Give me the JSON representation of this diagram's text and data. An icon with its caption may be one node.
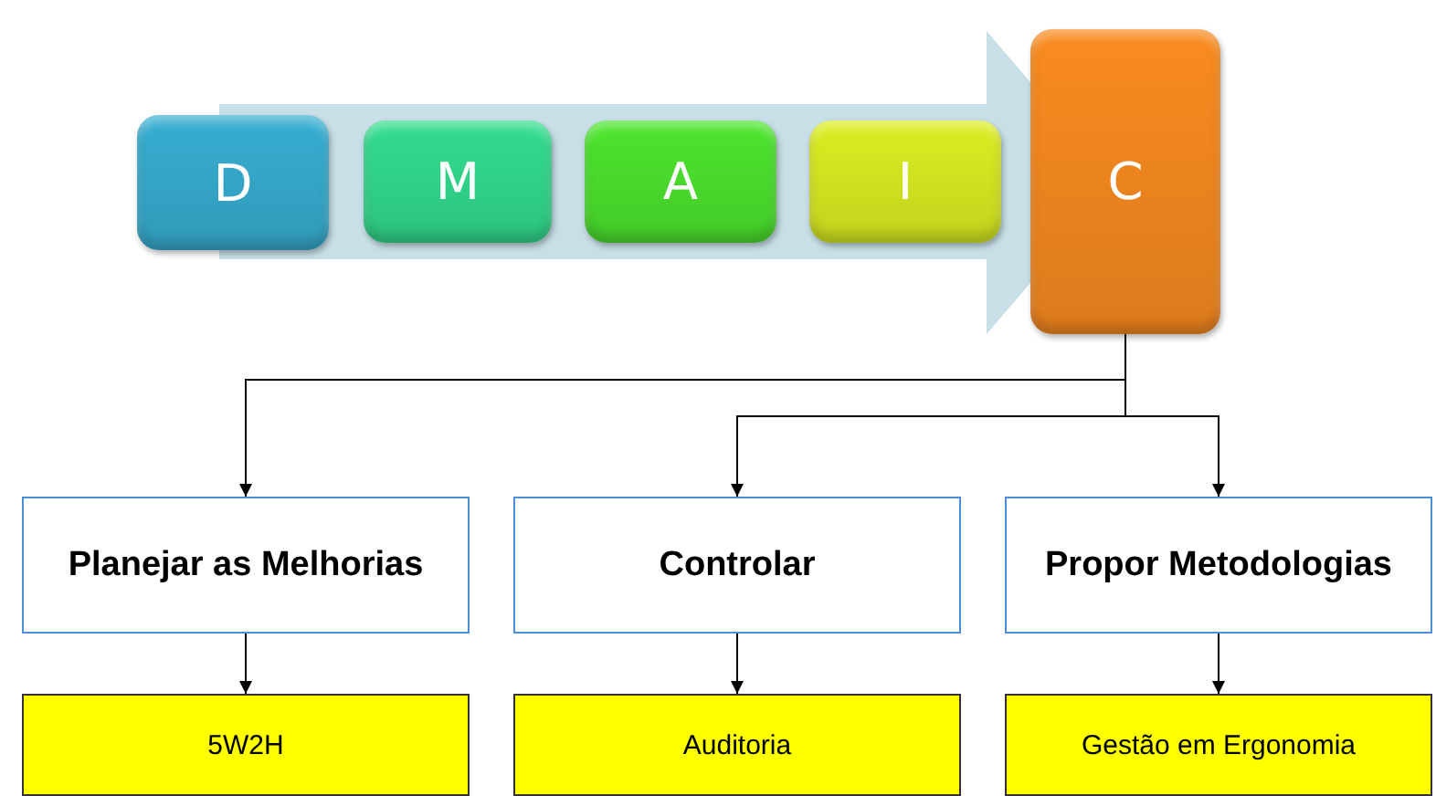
{
  "diagram": {
    "nodes": [
      {
        "text": [
          "D"
        ]
      },
      {
        "text": [
          "M"
        ]
      },
      {
        "text": [
          "A"
        ]
      },
      {
        "text": [
          "I"
        ]
      },
      {
        "text": [
          "C"
        ]
      },
      {
        "text": [
          "Planejar as Melhorias"
        ]
      },
      {
        "text": [
          "Controlar"
        ]
      },
      {
        "text": [
          "Propor Metodologias"
        ]
      },
      {
        "text": [
          "5W2H"
        ]
      },
      {
        "text": [
          "Auditoria"
        ]
      },
      {
        "text": [
          "Gestão em Ergonomia"
        ]
      }
    ],
    "edges": [
      {
        "from": 4,
        "to": 5,
        "arrow": "to"
      },
      {
        "from": 4,
        "to": 6,
        "arrow": "to"
      },
      {
        "from": 4,
        "to": 7,
        "arrow": "to"
      },
      {
        "from": 5,
        "to": 8,
        "arrow": "to"
      },
      {
        "from": 6,
        "to": 9,
        "arrow": "to"
      },
      {
        "from": 7,
        "to": 10,
        "arrow": "to"
      }
    ]
  }
}
